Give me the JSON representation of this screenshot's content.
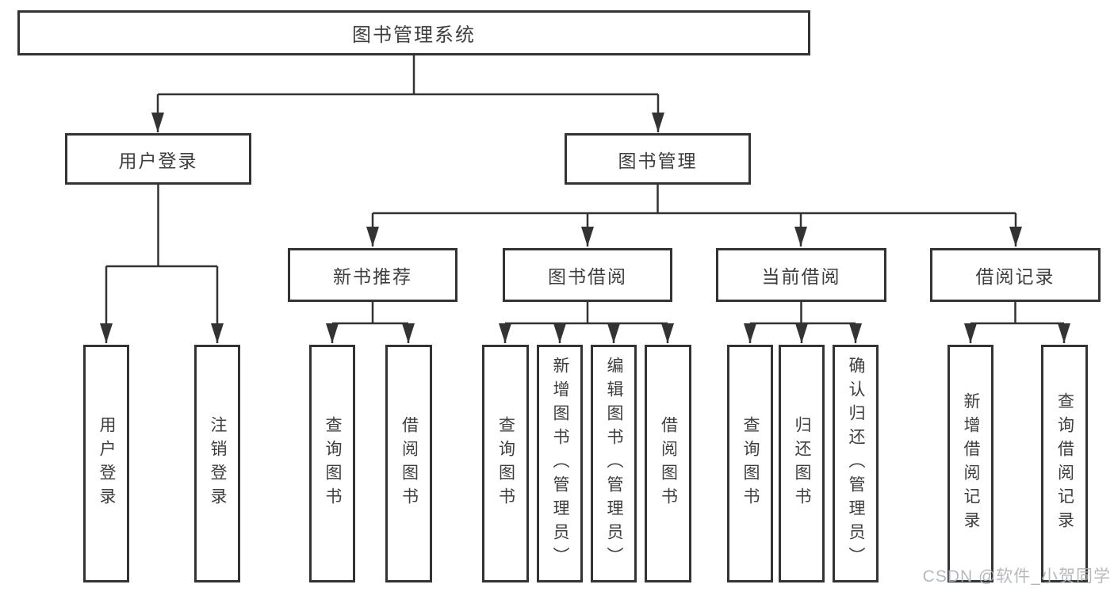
{
  "diagram": {
    "root": {
      "label": "图书管理系统"
    },
    "level2": [
      {
        "label": "用户登录",
        "leaves": [
          {
            "label": "用户登录"
          },
          {
            "label": "注销登录"
          }
        ]
      },
      {
        "label": "图书管理",
        "children": [
          {
            "label": "新书推荐",
            "leaves": [
              {
                "label": "查询图书"
              },
              {
                "label": "借阅图书"
              }
            ]
          },
          {
            "label": "图书借阅",
            "leaves": [
              {
                "label": "查询图书"
              },
              {
                "label": "新增图书（管理员）"
              },
              {
                "label": "编辑图书（管理员）"
              },
              {
                "label": "借阅图书"
              }
            ]
          },
          {
            "label": "当前借阅",
            "leaves": [
              {
                "label": "查询图书"
              },
              {
                "label": "归还图书"
              },
              {
                "label": "确认归还（管理员）"
              }
            ]
          },
          {
            "label": "借阅记录",
            "leaves": [
              {
                "label": "新增借阅记录"
              },
              {
                "label": "查询借阅记录"
              }
            ]
          }
        ]
      }
    ]
  },
  "watermark": {
    "text": "CSDN @软件_小贺同学"
  },
  "colors": {
    "line": "#333333",
    "text": "#3e3e3e",
    "background": "#ffffff",
    "watermark": "#aeb4bb"
  }
}
